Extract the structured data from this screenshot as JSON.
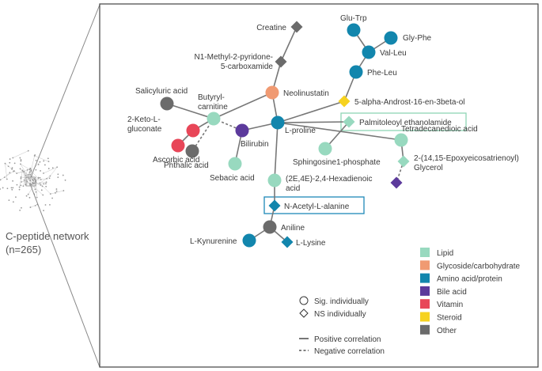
{
  "overview": {
    "title": "C-peptide network",
    "subtitle": "(n=265)"
  },
  "colors": {
    "lipid": "#98d9bf",
    "glycoside": "#f09a72",
    "amino": "#1286ad",
    "bile": "#5c3a9c",
    "vitamin": "#e84658",
    "steroid": "#f6d21f",
    "other": "#6b6b6b",
    "edge": "#777777",
    "frame": "#444444",
    "highlight_blue": "#1e88b8",
    "highlight_green": "#8fd6b5"
  },
  "nodes": [
    {
      "id": "creatine",
      "label": "Creatine",
      "cat": "other",
      "shape": "diamond"
    },
    {
      "id": "n1m",
      "label": "N1-Methyl-2-pyridone-",
      "label2": "5-carboxamide",
      "cat": "other",
      "shape": "diamond"
    },
    {
      "id": "neolin",
      "label": "Neolinustatin",
      "cat": "glycoside",
      "shape": "circle"
    },
    {
      "id": "glutrp",
      "label": "Glu-Trp",
      "cat": "amino",
      "shape": "circle"
    },
    {
      "id": "glyphe",
      "label": "Gly-Phe",
      "cat": "amino",
      "shape": "circle"
    },
    {
      "id": "valleu",
      "label": "Val-Leu",
      "cat": "amino",
      "shape": "circle"
    },
    {
      "id": "pheleu",
      "label": "Phe-Leu",
      "cat": "amino",
      "shape": "circle"
    },
    {
      "id": "androst",
      "label": "5-alpha-Androst-16-en-3beta-ol",
      "cat": "steroid",
      "shape": "diamond"
    },
    {
      "id": "salic",
      "label": "Salicyluric acid",
      "cat": "other",
      "shape": "circle"
    },
    {
      "id": "butyr",
      "label": "Butyryl-",
      "label2": "carnitine",
      "cat": "lipid",
      "shape": "circle"
    },
    {
      "id": "keto",
      "label": "2-Keto-L-",
      "label2": "gluconate",
      "cat": "vitamin",
      "shape": "circle"
    },
    {
      "id": "ascorb",
      "label": "Ascorbic acid",
      "cat": "vitamin",
      "shape": "circle"
    },
    {
      "id": "phthal",
      "label": "Phthalic acid",
      "cat": "other",
      "shape": "circle"
    },
    {
      "id": "bilir",
      "label": "Bilirubin",
      "cat": "bile",
      "shape": "circle"
    },
    {
      "id": "sebac",
      "label": "Sebacic acid",
      "cat": "lipid",
      "shape": "circle"
    },
    {
      "id": "lpro",
      "label": "L-proline",
      "cat": "amino",
      "shape": "circle"
    },
    {
      "id": "palm",
      "label": "Palmitoleoyl ethanolamide",
      "cat": "lipid",
      "shape": "diamond"
    },
    {
      "id": "sphing",
      "label": "Sphingosine1-phosphate",
      "cat": "lipid",
      "shape": "circle"
    },
    {
      "id": "tetra",
      "label": "Tetradecanedioic acid",
      "cat": "lipid",
      "shape": "circle"
    },
    {
      "id": "hexa",
      "label": "(2E,4E)-2,4-Hexadienoic",
      "label2": "acid",
      "cat": "lipid",
      "shape": "circle"
    },
    {
      "id": "epoxy",
      "label": "2-(14,15-Epoxyeicosatrienoyl)",
      "label2": "Glycerol",
      "cat": "lipid",
      "shape": "diamond"
    },
    {
      "id": "bilesm",
      "label": "",
      "cat": "bile",
      "shape": "diamond"
    },
    {
      "id": "nacet",
      "label": "N-Acetyl-L-alanine",
      "cat": "amino",
      "shape": "diamond"
    },
    {
      "id": "anil",
      "label": "Aniline",
      "cat": "other",
      "shape": "circle"
    },
    {
      "id": "lkyn",
      "label": "L-Kynurenine",
      "cat": "amino",
      "shape": "circle"
    },
    {
      "id": "llys",
      "label": "L-Lysine",
      "cat": "amino",
      "shape": "diamond"
    }
  ],
  "edges": [
    {
      "a": "creatine",
      "b": "n1m",
      "type": "positive"
    },
    {
      "a": "n1m",
      "b": "neolin",
      "type": "positive"
    },
    {
      "a": "neolin",
      "b": "lpro",
      "type": "positive"
    },
    {
      "a": "butyr",
      "b": "neolin",
      "type": "positive"
    },
    {
      "a": "glutrp",
      "b": "valleu",
      "type": "positive"
    },
    {
      "a": "glyphe",
      "b": "valleu",
      "type": "positive"
    },
    {
      "a": "valleu",
      "b": "pheleu",
      "type": "positive"
    },
    {
      "a": "pheleu",
      "b": "androst",
      "type": "positive"
    },
    {
      "a": "androst",
      "b": "lpro",
      "type": "positive"
    },
    {
      "a": "salic",
      "b": "butyr",
      "type": "positive"
    },
    {
      "a": "keto",
      "b": "butyr",
      "type": "positive"
    },
    {
      "a": "ascorb",
      "b": "keto",
      "type": "positive"
    },
    {
      "a": "butyr",
      "b": "phthal",
      "type": "negative"
    },
    {
      "a": "butyr",
      "b": "bilir",
      "type": "negative"
    },
    {
      "a": "bilir",
      "b": "lpro",
      "type": "positive"
    },
    {
      "a": "bilir",
      "b": "sebac",
      "type": "positive"
    },
    {
      "a": "lpro",
      "b": "palm",
      "type": "positive"
    },
    {
      "a": "palm",
      "b": "sphing",
      "type": "positive"
    },
    {
      "a": "lpro",
      "b": "tetra",
      "type": "positive"
    },
    {
      "a": "tetra",
      "b": "epoxy",
      "type": "positive"
    },
    {
      "a": "epoxy",
      "b": "bilesm",
      "type": "negative"
    },
    {
      "a": "lpro",
      "b": "hexa",
      "type": "positive"
    },
    {
      "a": "hexa",
      "b": "nacet",
      "type": "positive"
    },
    {
      "a": "nacet",
      "b": "anil",
      "type": "positive"
    },
    {
      "a": "anil",
      "b": "lkyn",
      "type": "positive"
    },
    {
      "a": "anil",
      "b": "llys",
      "type": "positive"
    }
  ],
  "legend": {
    "shapes": [
      {
        "shape": "circle",
        "label": "Sig. individually"
      },
      {
        "shape": "diamond",
        "label": "NS individually"
      }
    ],
    "lines": [
      {
        "type": "positive",
        "label": "Positive correlation"
      },
      {
        "type": "negative",
        "label": "Negative correlation"
      }
    ],
    "categories": [
      {
        "cat": "lipid",
        "label": "Lipid"
      },
      {
        "cat": "glycoside",
        "label": "Glycoside/carbohydrate"
      },
      {
        "cat": "amino",
        "label": "Amino acid/protein"
      },
      {
        "cat": "bile",
        "label": "Bile acid"
      },
      {
        "cat": "vitamin",
        "label": "Vitamin"
      },
      {
        "cat": "steroid",
        "label": "Steroid"
      },
      {
        "cat": "other",
        "label": "Other"
      }
    ]
  }
}
